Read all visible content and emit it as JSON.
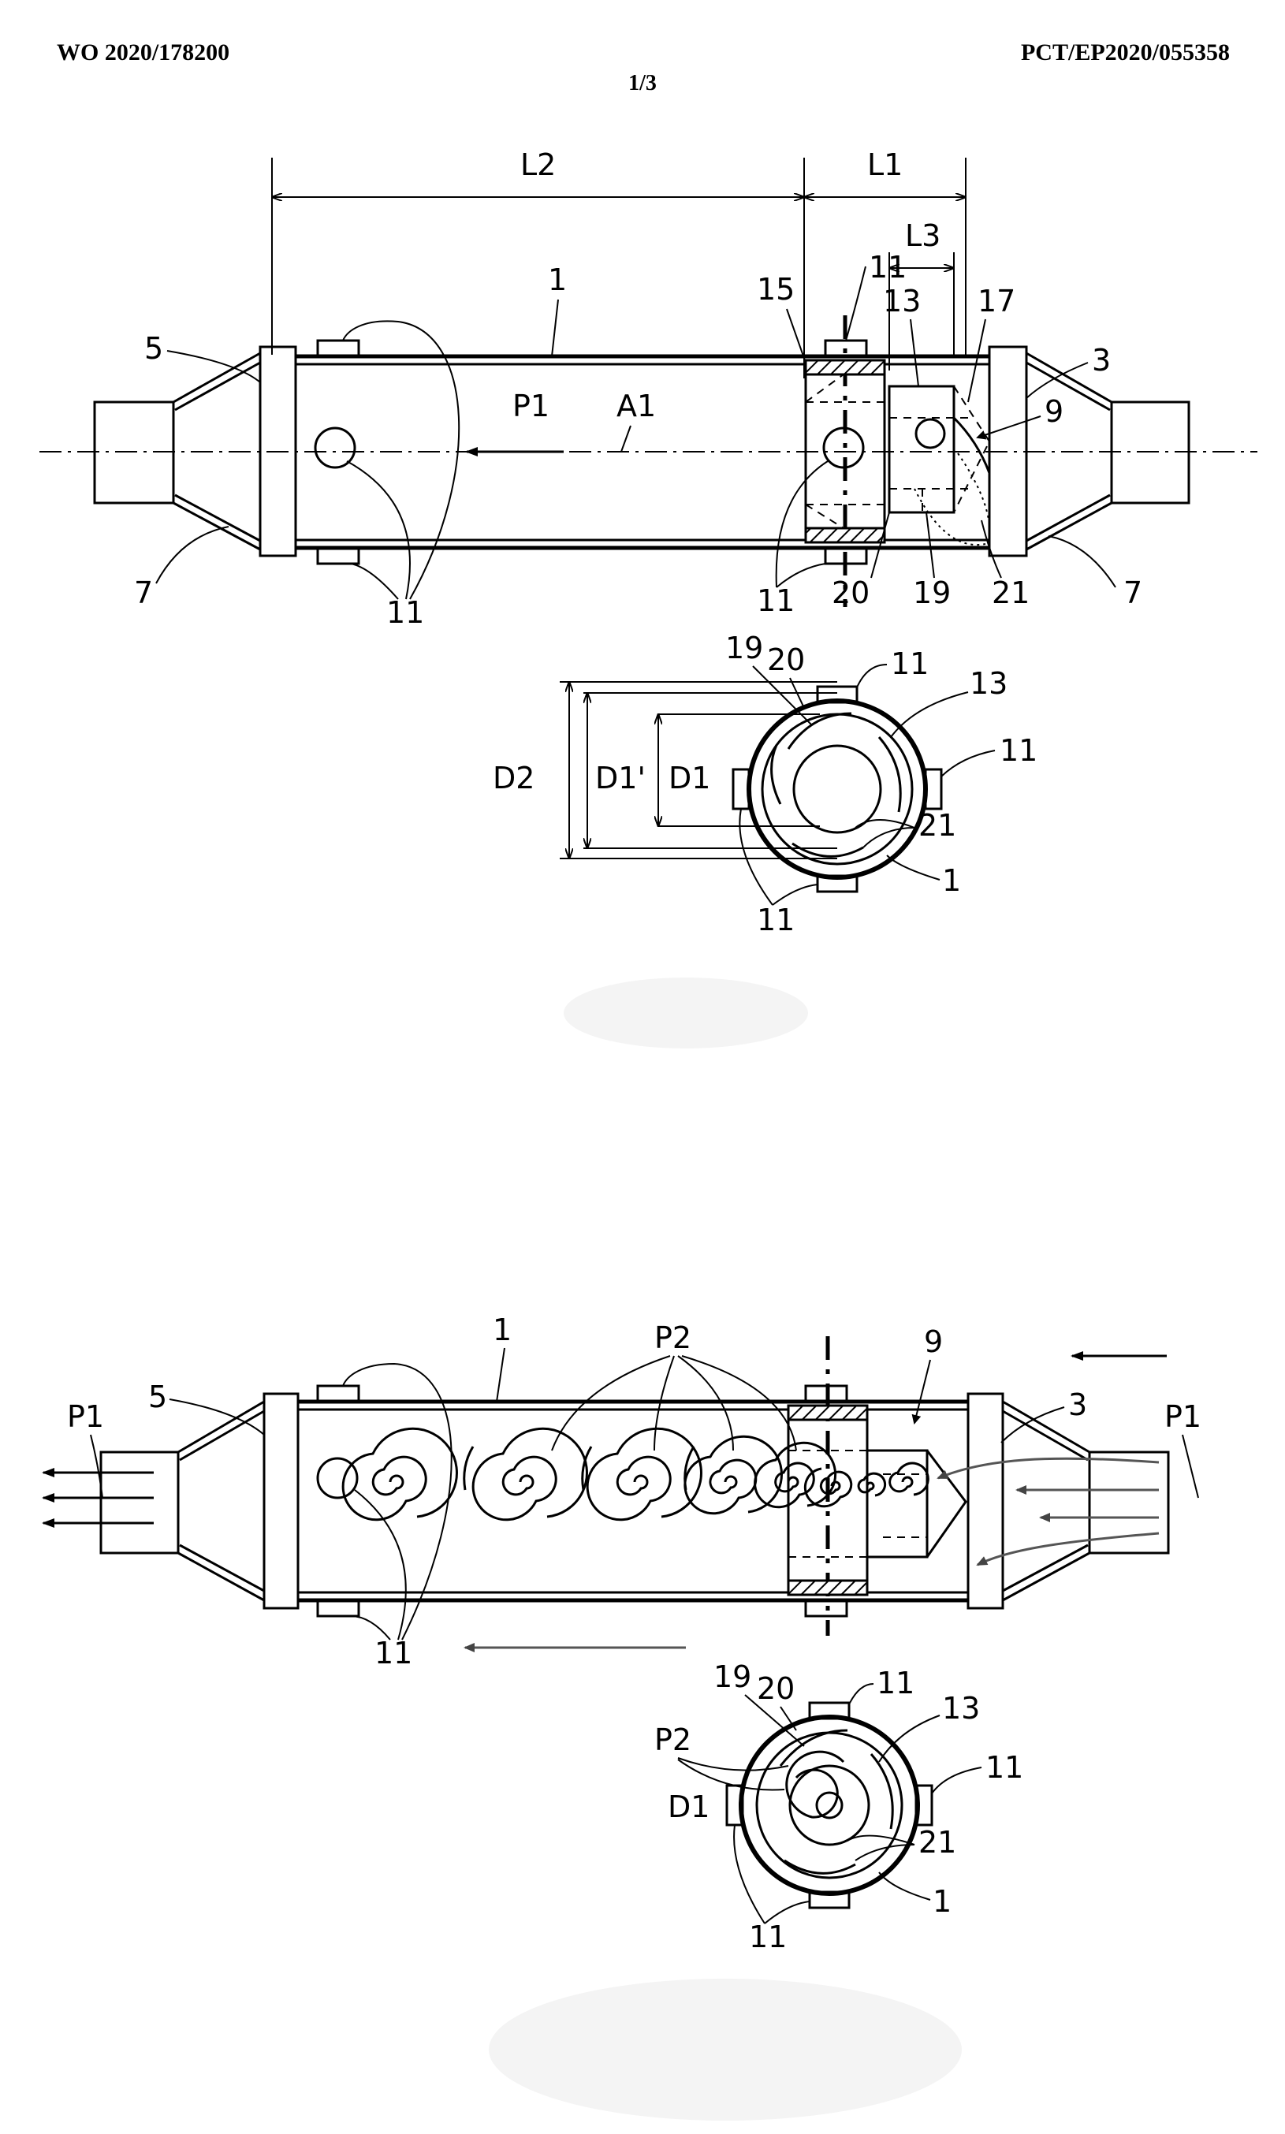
{
  "header": {
    "publication_number": "WO 2020/178200",
    "application_number": "PCT/EP2020/055358",
    "sheet": "1/3"
  },
  "figure_top": {
    "labels": {
      "L2": "L2",
      "L1": "L1",
      "L3": "L3",
      "n1": "1",
      "n5": "5",
      "n3": "3",
      "n15": "15",
      "n13": "13",
      "n17": "17",
      "n9": "9",
      "n7_left": "7",
      "n7_right": "7",
      "n11_top": "11",
      "n11_bottom": "11",
      "n11_lower_left": "11",
      "n20": "20",
      "n19": "19",
      "n21": "21",
      "P1": "P1",
      "A1": "A1"
    }
  },
  "figure_section_top": {
    "labels": {
      "D2": "D2",
      "D1p": "D1'",
      "D1": "D1",
      "n19": "19",
      "n20": "20",
      "n11_top": "11",
      "n13": "13",
      "n11_right": "11",
      "n21": "21",
      "n1": "1",
      "n11_bottom": "11"
    }
  },
  "figure_bottom": {
    "labels": {
      "n1": "1",
      "P2": "P2",
      "n9": "9",
      "n5": "5",
      "n3": "3",
      "P1_left": "P1",
      "P1_right": "P1",
      "n11": "11"
    }
  },
  "figure_section_bottom": {
    "labels": {
      "n19": "19",
      "n20": "20",
      "n11_top": "11",
      "n13": "13",
      "P2": "P2",
      "n11_right": "11",
      "D1": "D1",
      "n21": "21",
      "n1": "1",
      "n11_bottom": "11"
    }
  }
}
